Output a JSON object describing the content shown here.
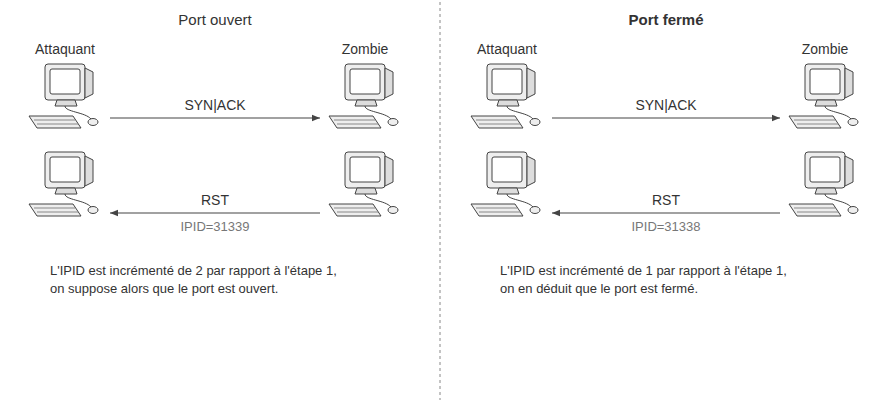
{
  "diagram": {
    "nodes": [
      {
        "text": [
          "Attaquant"
        ]
      },
      {
        "text": [
          "Zombie"
        ]
      },
      {
        "text": [
          "Attaquant"
        ]
      },
      {
        "text": [
          "Zombie"
        ]
      }
    ],
    "edges": [
      {
        "from": 0,
        "to": 1,
        "label": "SYN|ACK",
        "arrow": "to"
      },
      {
        "from": 1,
        "to": 0,
        "label": "RST",
        "arrow": "to"
      },
      {
        "from": 2,
        "to": 3,
        "label": "SYN|ACK",
        "arrow": "to"
      },
      {
        "from": 3,
        "to": 2,
        "label": "RST",
        "arrow": "to"
      }
    ],
    "labels": [
      "Port ouvert",
      "IPID=31339",
      "L'IPID est incrémenté de 2 par rapport à l'étape 1, on suppose alors que le port est ouvert.",
      "Port fermé",
      "IPID=31338",
      "L'IPID est incrémenté de 1 par rapport à l'étape 1, on en déduit que le port est fermé."
    ]
  }
}
